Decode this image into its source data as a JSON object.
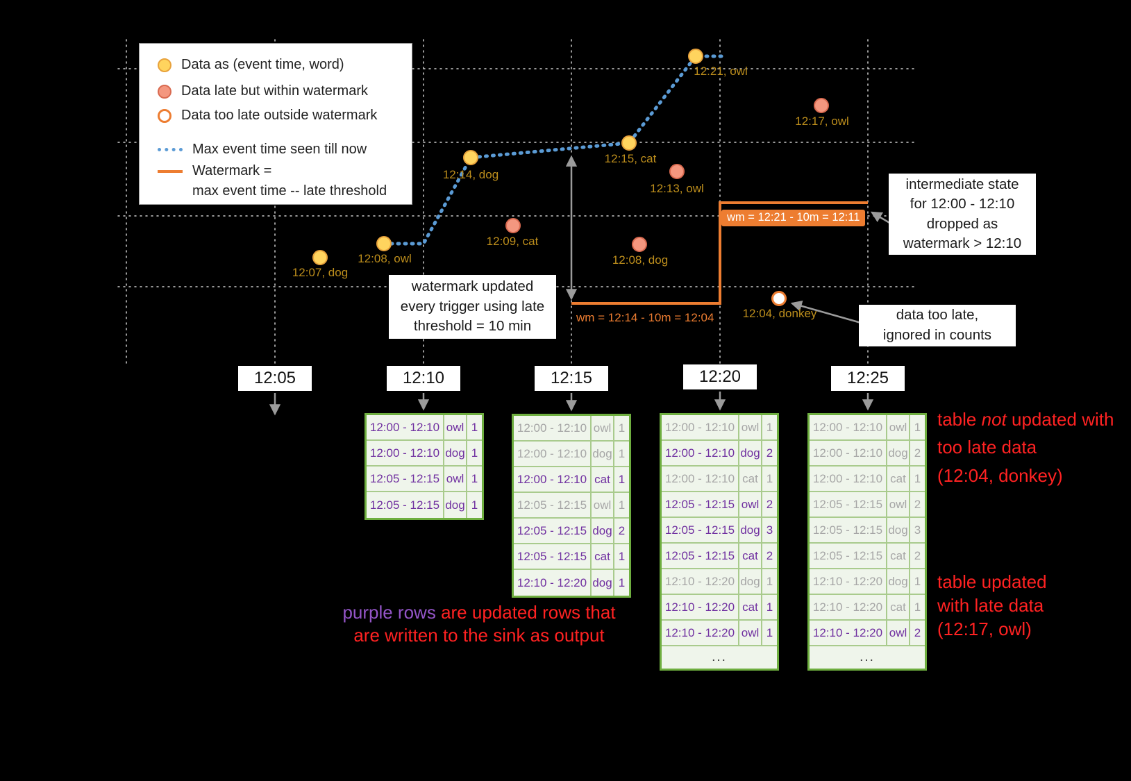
{
  "colors": {
    "background": "#000000",
    "on_time_fill": "#FFD45E",
    "on_time_stroke": "#E8A23C",
    "late_fill": "#F4977F",
    "late_stroke": "#D96A50",
    "too_late_stroke": "#ED7D31",
    "max_event_line": "#5B9BD5",
    "watermark_line": "#ED7D31",
    "point_label": "#BD8E1C",
    "table_border": "#6EAE3F",
    "table_grid": "#A9CB8D",
    "table_bg": "#EFF5EB",
    "updated_row_text": "#7030A0",
    "stale_row_text": "#A6A6A6",
    "note_red": "#FF2222",
    "arrow_gray": "#9B9B9B"
  },
  "legend": {
    "on_time": "Data as (event time, word)",
    "late": "Data late but within watermark",
    "too_late": "Data too late outside watermark",
    "max_event": "Max event time seen till now",
    "watermark_1": "Watermark =",
    "watermark_2": "max event time -- late threshold"
  },
  "points": [
    {
      "label": "12:07, dog",
      "type": "on_time"
    },
    {
      "label": "12:08, owl",
      "type": "on_time"
    },
    {
      "label": "12:14, dog",
      "type": "on_time"
    },
    {
      "label": "12:15, cat",
      "type": "on_time"
    },
    {
      "label": "12:21, owl",
      "type": "on_time"
    },
    {
      "label": "12:09, cat",
      "type": "late"
    },
    {
      "label": "12:13, owl",
      "type": "late"
    },
    {
      "label": "12:08, dog",
      "type": "late"
    },
    {
      "label": "12:17, owl",
      "type": "late"
    },
    {
      "label": "12:04, donkey",
      "type": "too_late"
    }
  ],
  "watermark_labels": {
    "first": "wm = 12:14 - 10m = 12:04",
    "second": "wm = 12:21 - 10m = 12:11"
  },
  "callouts": {
    "watermark_updated": {
      "line1": "watermark updated",
      "line2": "every trigger using late",
      "line3": "threshold = 10 min"
    },
    "intermediate_state": {
      "line1": "intermediate state",
      "line2": "for 12:00 - 12:10",
      "line3": "dropped as",
      "line4": "watermark > 12:10"
    },
    "too_late": {
      "line1": "data too late,",
      "line2": "ignored in counts"
    }
  },
  "triggers": [
    "12:05",
    "12:10",
    "12:15",
    "12:20",
    "12:25"
  ],
  "ellipsis": "...",
  "tables": [
    {
      "trigger": "12:10",
      "rows": [
        {
          "window": "12:00 - 12:10",
          "word": "owl",
          "count": "1",
          "updated": true
        },
        {
          "window": "12:00 - 12:10",
          "word": "dog",
          "count": "1",
          "updated": true
        },
        {
          "window": "12:05 - 12:15",
          "word": "owl",
          "count": "1",
          "updated": true
        },
        {
          "window": "12:05 - 12:15",
          "word": "dog",
          "count": "1",
          "updated": true
        }
      ]
    },
    {
      "trigger": "12:15",
      "rows": [
        {
          "window": "12:00 - 12:10",
          "word": "owl",
          "count": "1",
          "updated": false
        },
        {
          "window": "12:00 - 12:10",
          "word": "dog",
          "count": "1",
          "updated": false
        },
        {
          "window": "12:00 - 12:10",
          "word": "cat",
          "count": "1",
          "updated": true
        },
        {
          "window": "12:05 - 12:15",
          "word": "owl",
          "count": "1",
          "updated": false
        },
        {
          "window": "12:05 - 12:15",
          "word": "dog",
          "count": "2",
          "updated": true
        },
        {
          "window": "12:05 - 12:15",
          "word": "cat",
          "count": "1",
          "updated": true
        },
        {
          "window": "12:10 - 12:20",
          "word": "dog",
          "count": "1",
          "updated": true
        }
      ]
    },
    {
      "trigger": "12:20",
      "rows": [
        {
          "window": "12:00 - 12:10",
          "word": "owl",
          "count": "1",
          "updated": false
        },
        {
          "window": "12:00 - 12:10",
          "word": "dog",
          "count": "2",
          "updated": true
        },
        {
          "window": "12:00 - 12:10",
          "word": "cat",
          "count": "1",
          "updated": false
        },
        {
          "window": "12:05 - 12:15",
          "word": "owl",
          "count": "2",
          "updated": true
        },
        {
          "window": "12:05 - 12:15",
          "word": "dog",
          "count": "3",
          "updated": true
        },
        {
          "window": "12:05 - 12:15",
          "word": "cat",
          "count": "2",
          "updated": true
        },
        {
          "window": "12:10 - 12:20",
          "word": "dog",
          "count": "1",
          "updated": false
        },
        {
          "window": "12:10 - 12:20",
          "word": "cat",
          "count": "1",
          "updated": true
        },
        {
          "window": "12:10 - 12:20",
          "word": "owl",
          "count": "1",
          "updated": true
        }
      ],
      "has_ellipsis": true
    },
    {
      "trigger": "12:25",
      "rows": [
        {
          "window": "12:00 - 12:10",
          "word": "owl",
          "count": "1",
          "updated": false
        },
        {
          "window": "12:00 - 12:10",
          "word": "dog",
          "count": "2",
          "updated": false
        },
        {
          "window": "12:00 - 12:10",
          "word": "cat",
          "count": "1",
          "updated": false
        },
        {
          "window": "12:05 - 12:15",
          "word": "owl",
          "count": "2",
          "updated": false
        },
        {
          "window": "12:05 - 12:15",
          "word": "dog",
          "count": "3",
          "updated": false
        },
        {
          "window": "12:05 - 12:15",
          "word": "cat",
          "count": "2",
          "updated": false
        },
        {
          "window": "12:10 - 12:20",
          "word": "dog",
          "count": "1",
          "updated": false
        },
        {
          "window": "12:10 - 12:20",
          "word": "cat",
          "count": "1",
          "updated": false
        },
        {
          "window": "12:10 - 12:20",
          "word": "owl",
          "count": "2",
          "updated": true
        }
      ],
      "has_ellipsis": true
    }
  ],
  "notes": {
    "purple": {
      "highlight": "purple rows",
      "line1_rest": " are updated rows that",
      "line2": "are written to the sink as output"
    },
    "not_updated": {
      "pre": "table ",
      "italic": "not",
      "post": " updated with",
      "line2": "too late data",
      "line3": "(12:04, donkey)"
    },
    "updated": {
      "line1": "table updated",
      "line2": "with late data",
      "line3": "(12:17, owl)"
    }
  }
}
